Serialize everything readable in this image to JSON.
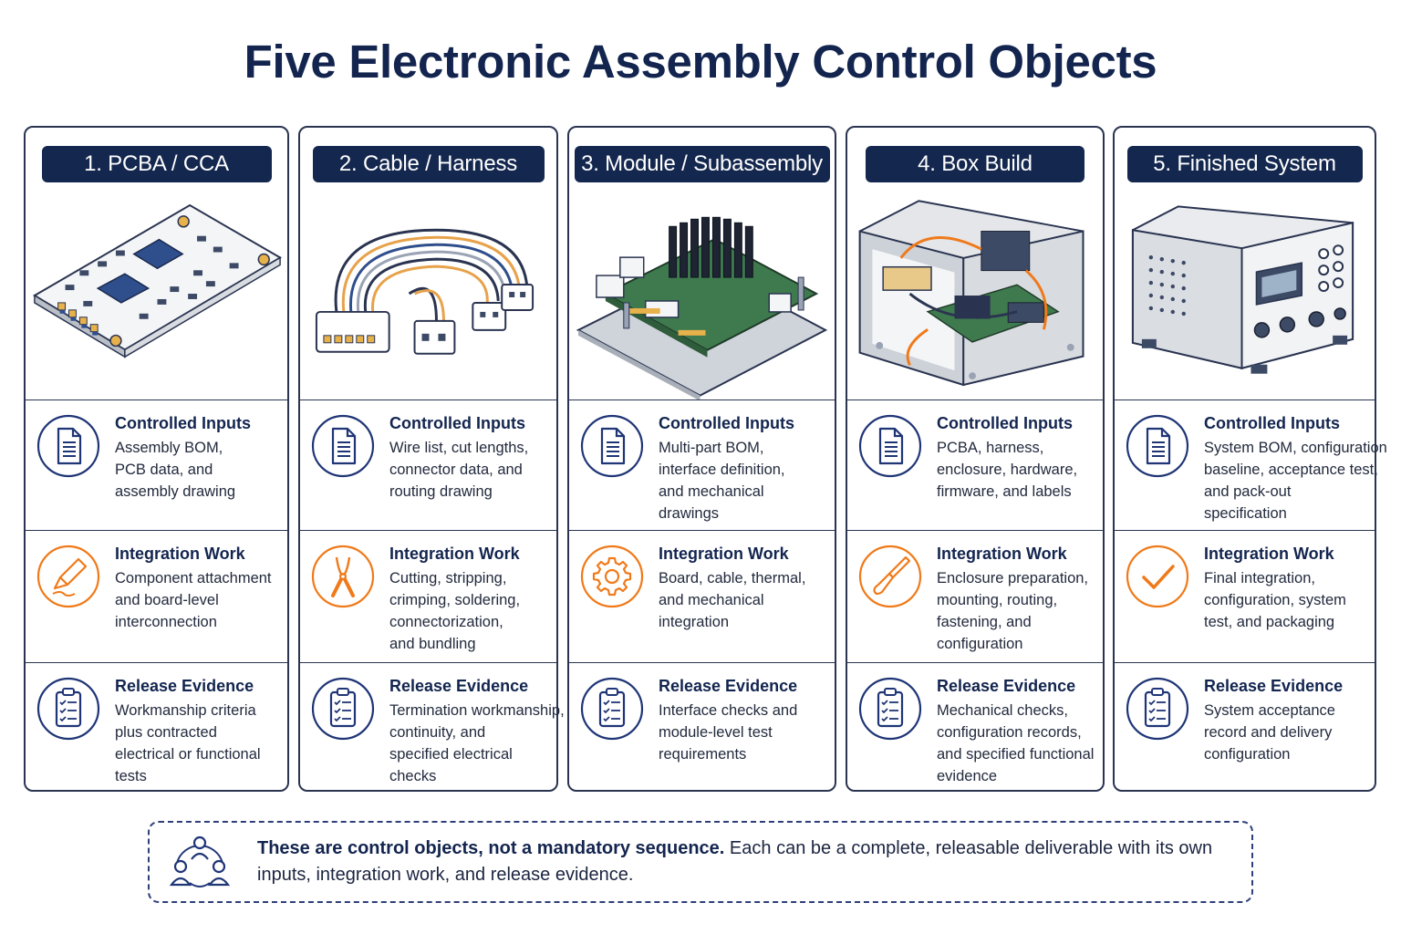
{
  "title": "Five Electronic Assembly Control Objects",
  "columns": [
    {
      "header": "1. PCBA / CCA",
      "illustration": "pcba-board-illustration",
      "sections": [
        {
          "title": "Controlled Inputs",
          "icon": "document-icon",
          "lines": [
            "Assembly BOM,",
            "PCB data, and",
            "assembly drawing"
          ]
        },
        {
          "title": "Integration Work",
          "icon": "soldering-iron-icon",
          "lines": [
            "Component attachment",
            "and board-level",
            "interconnection"
          ]
        },
        {
          "title": "Release Evidence",
          "icon": "checklist-clipboard-icon",
          "lines": [
            "Workmanship criteria",
            "plus contracted",
            "electrical or functional",
            "tests"
          ]
        }
      ]
    },
    {
      "header": "2. Cable / Harness",
      "illustration": "cable-harness-illustration",
      "sections": [
        {
          "title": "Controlled Inputs",
          "icon": "document-icon",
          "lines": [
            "Wire list, cut lengths,",
            "connector data, and",
            "routing drawing"
          ]
        },
        {
          "title": "Integration Work",
          "icon": "crimping-pliers-icon",
          "lines": [
            "Cutting, stripping,",
            "crimping, soldering,",
            "connectorization,",
            "and bundling"
          ]
        },
        {
          "title": "Release Evidence",
          "icon": "checklist-clipboard-icon",
          "lines": [
            "Termination workmanship,",
            "continuity, and",
            "specified electrical",
            "checks"
          ]
        }
      ]
    },
    {
      "header": "3. Module / Subassembly",
      "illustration": "module-subassembly-illustration",
      "sections": [
        {
          "title": "Controlled Inputs",
          "icon": "document-icon",
          "lines": [
            "Multi-part BOM,",
            "interface definition,",
            "and mechanical",
            "drawings"
          ]
        },
        {
          "title": "Integration Work",
          "icon": "gear-icon",
          "lines": [
            "Board, cable, thermal,",
            "and mechanical",
            "integration"
          ]
        },
        {
          "title": "Release Evidence",
          "icon": "checklist-clipboard-icon",
          "lines": [
            "Interface checks and",
            "module-level test",
            "requirements"
          ]
        }
      ]
    },
    {
      "header": "4. Box Build",
      "illustration": "box-build-illustration",
      "sections": [
        {
          "title": "Controlled Inputs",
          "icon": "document-icon",
          "lines": [
            "PCBA, harness,",
            "enclosure, hardware,",
            "firmware, and labels"
          ]
        },
        {
          "title": "Integration Work",
          "icon": "screwdriver-icon",
          "lines": [
            "Enclosure preparation,",
            "mounting, routing,",
            "fastening, and",
            "configuration"
          ]
        },
        {
          "title": "Release Evidence",
          "icon": "checklist-clipboard-icon",
          "lines": [
            "Mechanical checks,",
            "configuration records,",
            "and specified functional",
            "evidence"
          ]
        }
      ]
    },
    {
      "header": "5. Finished System",
      "illustration": "finished-system-illustration",
      "sections": [
        {
          "title": "Controlled Inputs",
          "icon": "document-icon",
          "lines": [
            "System BOM, configuration",
            "baseline, acceptance test,",
            "and pack-out",
            "specification"
          ]
        },
        {
          "title": "Integration Work",
          "icon": "checkmark-icon",
          "lines": [
            "Final integration,",
            "configuration, system",
            "test, and packaging"
          ]
        },
        {
          "title": "Release Evidence",
          "icon": "checklist-clipboard-icon",
          "lines": [
            "System acceptance",
            "record and delivery",
            "configuration"
          ]
        }
      ]
    }
  ],
  "footer": {
    "icon": "team-network-icon",
    "bold": "These are control objects, not a mandatory sequence.",
    "text": " Each can be a complete, releasable deliverable with its own inputs, integration work, and release evidence."
  },
  "colors": {
    "navy": "#14274e",
    "border": "#2a3450",
    "orange": "#f07a1a",
    "pcb_green": "#3f7a4f",
    "chip": "#2f4e8c"
  }
}
